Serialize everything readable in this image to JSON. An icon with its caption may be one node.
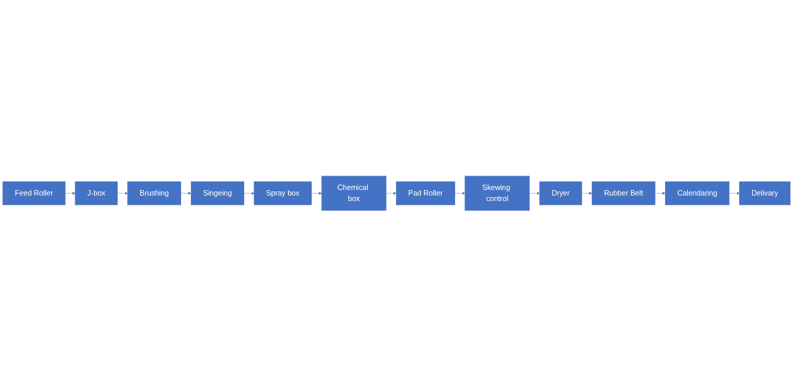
{
  "diagram": {
    "nodes": [
      {
        "text": [
          "Feed Roller"
        ]
      },
      {
        "text": [
          "J-box"
        ]
      },
      {
        "text": [
          "Brushing"
        ]
      },
      {
        "text": [
          "Singeing"
        ]
      },
      {
        "text": [
          "Spray box"
        ]
      },
      {
        "text": [
          "Chemical box"
        ]
      },
      {
        "text": [
          "Pad Roller"
        ]
      },
      {
        "text": [
          "Skewing control"
        ]
      },
      {
        "text": [
          "Dryer"
        ]
      },
      {
        "text": [
          "Rubber Belt"
        ]
      },
      {
        "text": [
          "Calendaring"
        ]
      },
      {
        "text": [
          "Delivary"
        ]
      }
    ],
    "edges": [
      {
        "from": 0,
        "to": 1,
        "arrow": "to"
      },
      {
        "from": 1,
        "to": 2,
        "arrow": "to"
      },
      {
        "from": 2,
        "to": 3,
        "arrow": "to"
      },
      {
        "from": 3,
        "to": 4,
        "arrow": "to"
      },
      {
        "from": 4,
        "to": 5,
        "arrow": "to"
      },
      {
        "from": 5,
        "to": 6,
        "arrow": "to"
      },
      {
        "from": 6,
        "to": 7,
        "arrow": "to"
      },
      {
        "from": 7,
        "to": 8,
        "arrow": "to"
      },
      {
        "from": 8,
        "to": 9,
        "arrow": "to"
      },
      {
        "from": 9,
        "to": 10,
        "arrow": "to"
      },
      {
        "from": 10,
        "to": 11,
        "arrow": "to"
      }
    ]
  }
}
